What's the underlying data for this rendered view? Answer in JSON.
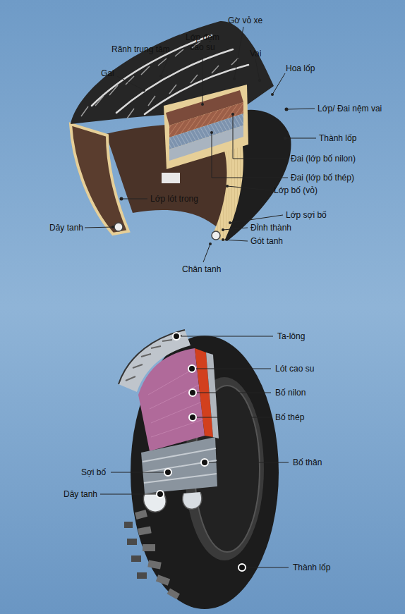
{
  "diagram": {
    "labels": [
      "Gờ vỏ xe",
      "Rãnh trung tâm",
      "Lớp đệm cao su",
      "Vai",
      "Gai",
      "Hoa lốp",
      "Lớp/ Đai nệm vai",
      "Thành lốp",
      "Đai (lớp bố nilon)",
      "Đai (lớp bố thép)",
      "Lớp bố (vỏ)",
      "Lớp lót trong",
      "Lớp sợi bố",
      "Dây tanh",
      "Đỉnh thành",
      "Gót tanh",
      "Chân tanh",
      "Ta-lông",
      "Lót cao su",
      "Bố nilon",
      "Bố thép",
      "Bố thân",
      "Sợi bố",
      "Dây tanh",
      "Thành lốp"
    ]
  }
}
